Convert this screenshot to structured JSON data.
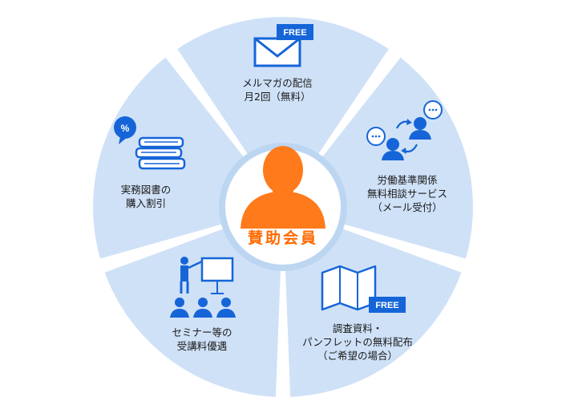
{
  "colors": {
    "segment": "#cfe1f7",
    "gap": "#ffffff",
    "center_ring": "#bcd6f2",
    "person": "#ff7a1a",
    "center_text": "#ff6a00",
    "icon_blue": "#1565d8",
    "badge": "#1565d8"
  },
  "center": {
    "label": "賛助会員"
  },
  "segments": [
    {
      "id": "newsletter",
      "icon": "envelope-icon",
      "badge": "FREE",
      "lines": [
        "メルマガの配信",
        "月2回（無料）"
      ]
    },
    {
      "id": "consultation",
      "icon": "consultation-people-icon",
      "lines": [
        "労働基準関係",
        "無料相談サービス",
        "（メール受付）"
      ]
    },
    {
      "id": "survey",
      "icon": "map-pamphlet-icon",
      "badge": "FREE",
      "lines": [
        "調査資料・",
        "パンフレットの無料配布",
        "（ご希望の場合）"
      ]
    },
    {
      "id": "seminar",
      "icon": "seminar-icon",
      "lines": [
        "セミナー等の",
        "受講料優遇"
      ]
    },
    {
      "id": "books",
      "icon": "books-icon",
      "badge": "%",
      "lines": [
        "実務図書の",
        "購入割引"
      ]
    }
  ]
}
